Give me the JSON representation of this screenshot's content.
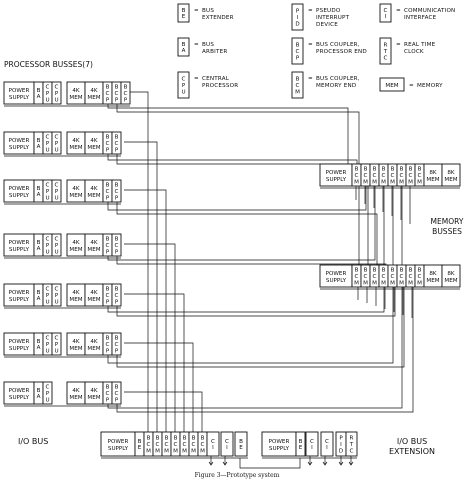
{
  "legend": [
    {
      "code": [
        "B",
        "E"
      ],
      "desc": [
        "BUS",
        "EXTENDER"
      ]
    },
    {
      "code": [
        "P",
        "I",
        "D"
      ],
      "desc": [
        "PSEUDO",
        "INTERRUPT",
        "DEVICE"
      ]
    },
    {
      "code": [
        "C",
        "I"
      ],
      "desc": [
        "COMMUNICATION",
        "INTERFACE"
      ]
    },
    {
      "code": [
        "B",
        "A"
      ],
      "desc": [
        "BUS",
        "ARBITER"
      ]
    },
    {
      "code": [
        "B",
        "C",
        "P"
      ],
      "desc": [
        "BUS COUPLER,",
        "PROCESSOR END"
      ]
    },
    {
      "code": [
        "R",
        "T",
        "C"
      ],
      "desc": [
        "REAL TIME",
        "CLOCK"
      ]
    },
    {
      "code": [
        "C",
        "P",
        "U"
      ],
      "desc": [
        "CENTRAL",
        "PROCESSOR"
      ]
    },
    {
      "code": [
        "B",
        "C",
        "M"
      ],
      "desc": [
        "BUS COUPLER,",
        "MEMORY END"
      ]
    },
    {
      "code": [
        "MEM"
      ],
      "desc": [
        "MEMORY"
      ]
    }
  ],
  "labels": {
    "processor_busses": "PROCESSOR BUSSES(7)",
    "memory_busses": [
      "MEMORY",
      "BUSSES"
    ],
    "io_bus": "I/O BUS",
    "io_bus_extension": [
      "I/O BUS",
      "EXTENSION"
    ],
    "caption": "Figure 3—Prototype system"
  },
  "modules": {
    "power_supply": [
      "POWER",
      "SUPPLY"
    ],
    "mem4k": [
      "4K",
      "MEM"
    ],
    "mem8k": [
      "8K",
      "MEM"
    ],
    "ba": [
      "B",
      "A"
    ],
    "cpu": [
      "C",
      "P",
      "U"
    ],
    "bcp": [
      "B",
      "C",
      "P"
    ],
    "bcm": [
      "B",
      "C",
      "M"
    ],
    "be": [
      "B",
      "E"
    ],
    "ci": [
      "C",
      "I"
    ],
    "pid": [
      "P",
      "I",
      "D"
    ],
    "rtc": [
      "R",
      "T",
      "C"
    ]
  }
}
